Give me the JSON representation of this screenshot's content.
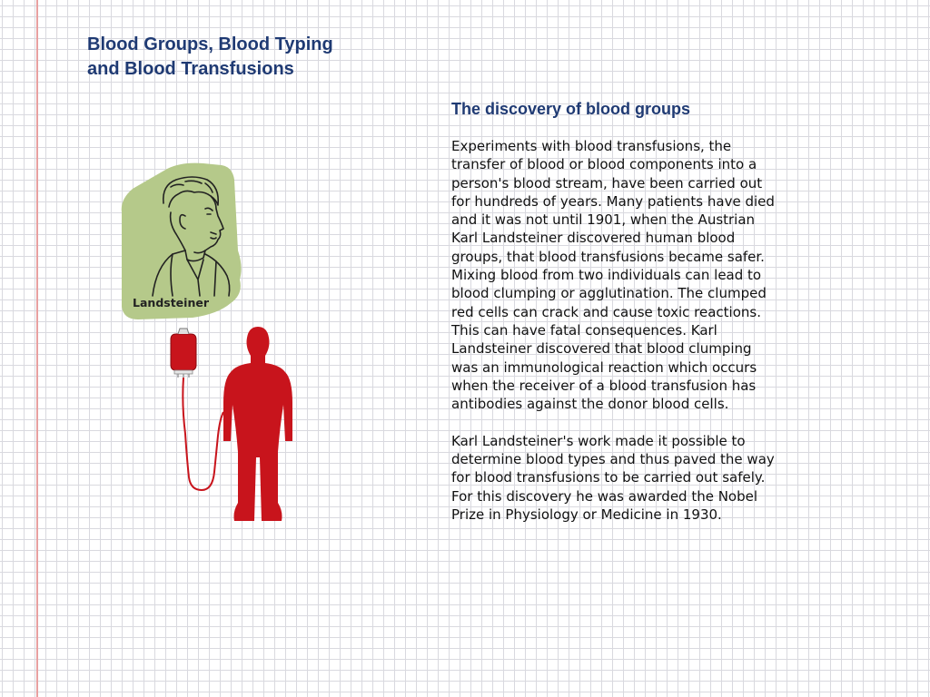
{
  "title_lines": [
    "Blood Groups, Blood Typing",
    "and Blood Transfusions"
  ],
  "subtitle": "The discovery of blood groups",
  "paragraph1": [
    "Experiments with blood transfusions, the",
    "transfer of blood or blood components into a",
    "person's blood stream, have been carried out",
    "for hundreds of years. Many patients have died",
    "and it was not until 1901, when the Austrian",
    "Karl Landsteiner discovered human blood",
    "groups, that blood transfusions became safer.",
    "Mixing blood from two individuals can lead to",
    "blood clumping or agglutination. The clumped",
    "red cells can crack and cause toxic reactions.",
    "This can have fatal consequences. Karl",
    "Landsteiner discovered that blood clumping",
    "was an immunological reaction which occurs",
    "when the receiver of a blood transfusion has",
    "antibodies against the donor blood cells."
  ],
  "paragraph2": [
    "Karl Landsteiner's work made it possible to",
    "determine blood types and thus paved the way",
    "for blood transfusions to be carried out safely.",
    "For this discovery he was awarded the Nobel",
    "Prize in Physiology or Medicine in 1930."
  ],
  "portrait_caption": "Landsteiner",
  "colors": {
    "title": "#1f3a73",
    "body_text": "#111111",
    "portrait_background": "#b5c98a",
    "blood_red": "#c8141c",
    "margin_line": "#e8a0a0",
    "grid_line": "#d9d9df"
  },
  "icons": {
    "portrait": "landsteiner-portrait-illustration",
    "blood_bag": "blood-bag-icon",
    "person": "person-silhouette-icon"
  }
}
